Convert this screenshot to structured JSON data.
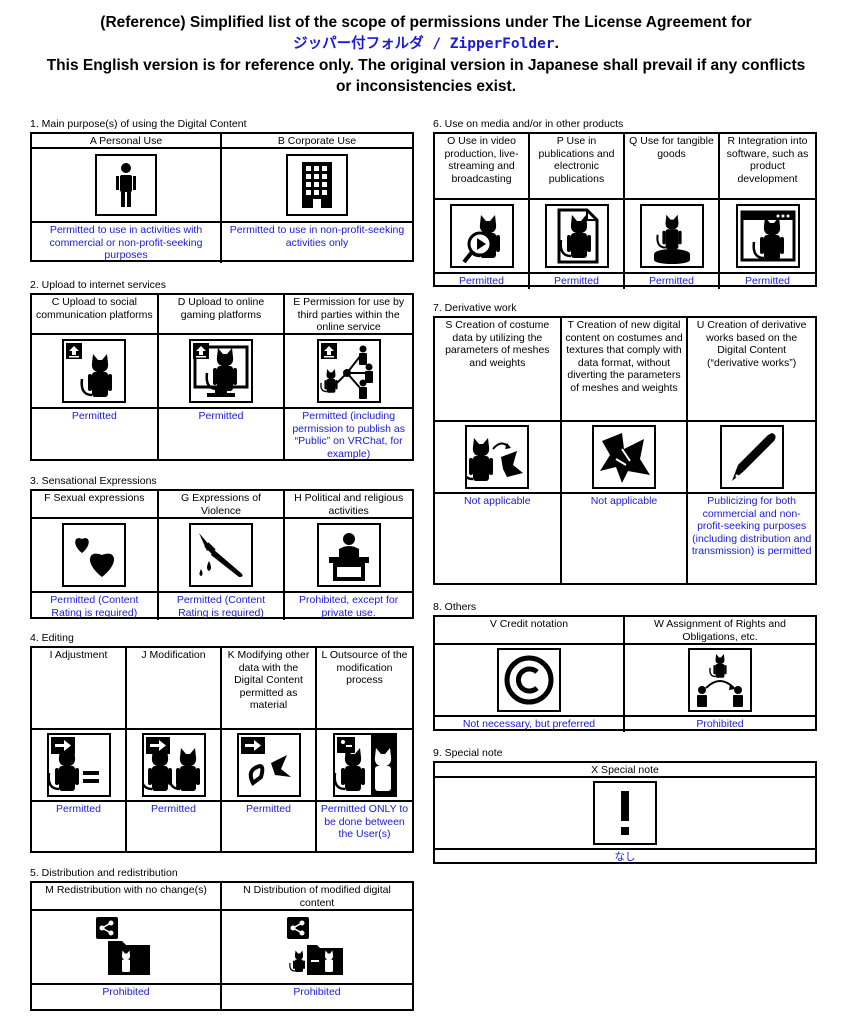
{
  "header": {
    "line1": "(Reference) Simplified list of the scope of permissions under The License Agreement for",
    "product": "ジッパー付フォルダ / ZipperFolder",
    "period": ".",
    "line3": "This English version is for reference only. The original version in Japanese shall prevail if any conflicts or inconsistencies exist."
  },
  "s1": {
    "title": "1. Main purpose(s) of using the Digital Content",
    "items": [
      {
        "label": "A Personal Use",
        "icon": "person-icon",
        "status": "Permitted to use in activities with commercial or non-profit-seeking purposes"
      },
      {
        "label": "B  Corporate Use",
        "icon": "building-icon",
        "status": "Permitted to use in non-profit-seeking activities only"
      }
    ]
  },
  "s2": {
    "title": "2. Upload to internet services",
    "items": [
      {
        "label": "C Upload to social communication platforms",
        "icon": "upload-cat-icon",
        "status": "Permitted"
      },
      {
        "label": "D Upload to online gaming platforms",
        "icon": "upload-monitor-icon",
        "status": "Permitted"
      },
      {
        "label": "E Permission for use by third parties within the online service",
        "icon": "upload-share-icon",
        "status": "Permitted (including permission to publish as “Public” on VRChat, for example)"
      }
    ]
  },
  "s3": {
    "title": "3. Sensational Expressions",
    "items": [
      {
        "label": "F Sexual expressions",
        "icon": "hearts-icon",
        "status": "Permitted (Content Rating is required)"
      },
      {
        "label": "G Expressions of Violence",
        "icon": "knife-icon",
        "status": "Permitted (Content Rating is required)"
      },
      {
        "label": "H Political and religious activities",
        "icon": "podium-icon",
        "status": "Prohibited, except for private use."
      }
    ]
  },
  "s4": {
    "title": "4. Editing",
    "items": [
      {
        "label": "I Adjustment",
        "icon": "adjust-icon",
        "status": "Permitted"
      },
      {
        "label": "J Modification",
        "icon": "modify-icon",
        "status": "Permitted"
      },
      {
        "label": "K Modifying other data with the Digital Content permitted as material",
        "icon": "material-icon",
        "status": "Permitted"
      },
      {
        "label": "L Outsource of the modification process",
        "icon": "outsource-icon",
        "status": "Permitted ONLY to be done between the User(s)"
      }
    ]
  },
  "s5": {
    "title": "5. Distribution and redistribution",
    "items": [
      {
        "label": "M Redistribution with no change(s)",
        "icon": "share-folder-icon",
        "status": "Prohibited"
      },
      {
        "label": "N Distribution of modified digital content",
        "icon": "share-modified-icon",
        "status": "Prohibited"
      }
    ]
  },
  "s6": {
    "title": "6. Use on media and/or in other products",
    "items": [
      {
        "label": "O Use in video production, live-streaming and broadcasting",
        "icon": "video-cat-icon",
        "status": "Permitted"
      },
      {
        "label": "P Use in publications and electronic publications",
        "icon": "document-cat-icon",
        "status": "Permitted"
      },
      {
        "label": "Q Use for tangible goods",
        "icon": "figure-icon",
        "status": "Permitted"
      },
      {
        "label": "R Integration into software, such as product development",
        "icon": "window-cat-icon",
        "status": "Permitted"
      }
    ]
  },
  "s7": {
    "title": "7. Derivative work",
    "items": [
      {
        "label": "S Creation of costume data by utilizing the parameters of meshes and weights",
        "icon": "costume-icon",
        "status": "Not applicable"
      },
      {
        "label": "T Creation of new digital content on costumes and textures that comply with data format, without diverting the parameters of meshes and weights",
        "icon": "fabric-icon",
        "status": "Not applicable"
      },
      {
        "label": "U Creation of derivative works based on the Digital Content (“derivative works”)",
        "icon": "pen-nib-icon",
        "status": "Publicizing for both commercial and non-profit-seeking purposes (including distribution and transmission) is permitted"
      }
    ]
  },
  "s8": {
    "title": "8. Others",
    "items": [
      {
        "label": "V Credit notation",
        "icon": "copyright-icon",
        "status": "Not necessary, but preferred"
      },
      {
        "label": "W Assignment of Rights and Obligations, etc.",
        "icon": "transfer-icon",
        "status": "Prohibited"
      }
    ]
  },
  "s9": {
    "title": "9. Special note",
    "items": [
      {
        "label": "X Special note",
        "icon": "exclamation-icon",
        "status": "なし"
      }
    ]
  }
}
